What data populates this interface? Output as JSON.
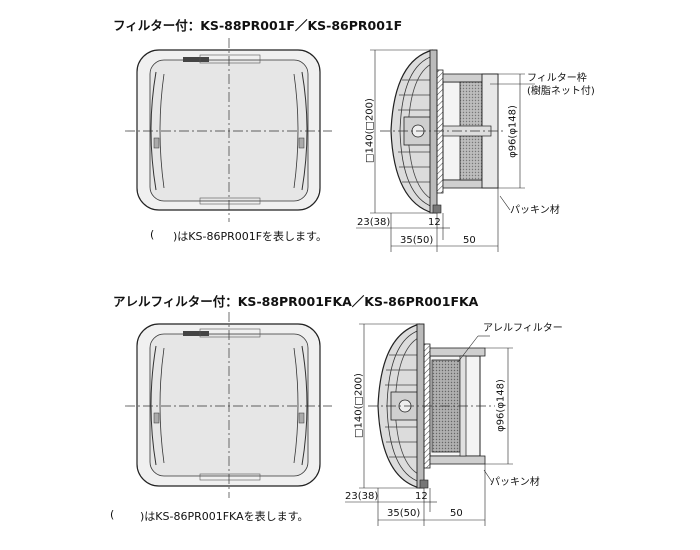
{
  "top": {
    "title": "フィルター付：KS-88PR001F／KS-86PR001F",
    "dim_square": "□140(□200)",
    "dim_pipe": "φ96(φ148)",
    "dim_left": "23(38)",
    "dim_12": "12",
    "dim_35": "35(50)",
    "dim_50": "50",
    "callout_filter_line1": "フィルター枠",
    "callout_filter_line2": "(樹脂ネット付)",
    "callout_packing": "パッキン材",
    "note_paren": "(",
    "note_text": ")はKS-86PR001Fを表します。"
  },
  "bottom": {
    "title": "アレルフィルター付：KS-88PR001FKA／KS-86PR001FKA",
    "dim_square": "□140(□200)",
    "dim_pipe": "φ96(φ148)",
    "dim_left": "23(38)",
    "dim_12": "12",
    "dim_35": "35(50)",
    "dim_50": "50",
    "callout_filter": "アレルフィルター",
    "callout_packing": "パッキン材",
    "note_paren": "(",
    "note_text": ")はKS-86PR001FKAを表します。"
  },
  "colors": {
    "panel_fill": "#e9e9e9",
    "line": "#222222",
    "hatch": "#555555"
  }
}
